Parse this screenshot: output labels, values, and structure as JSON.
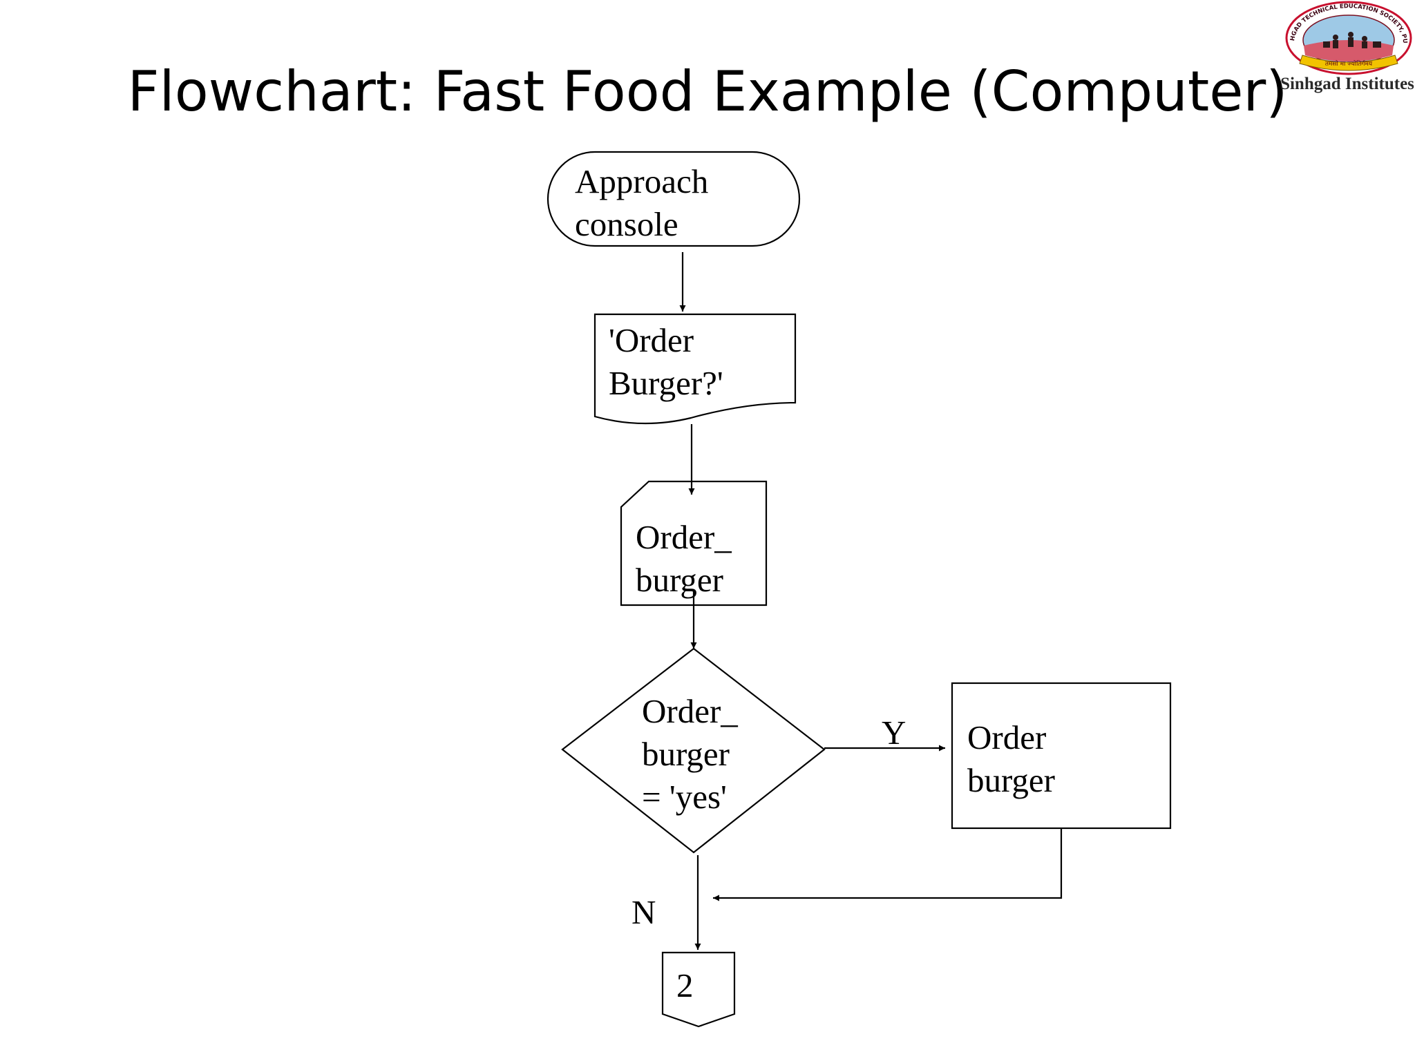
{
  "title": "Flowchart: Fast Food Example (Computer)",
  "logo": {
    "name": "Sinhgad Institutes",
    "ring_text": "SINHGAD TECHNICAL EDUCATION SOCIETY, PUNE",
    "motto": "तमसो मा ज्योतिर्गमय",
    "colors": {
      "ring": "#c8102e",
      "band": "#f2c300",
      "sky": "#9ec9e6",
      "ground": "#d65a6b"
    }
  },
  "flowchart": {
    "nodes": [
      {
        "id": "start",
        "shape": "terminator",
        "lines": [
          "Approach",
          "console"
        ]
      },
      {
        "id": "prompt",
        "shape": "document",
        "lines": [
          "'Order",
          "Burger?'"
        ]
      },
      {
        "id": "input",
        "shape": "card",
        "lines": [
          "Order_",
          "burger"
        ]
      },
      {
        "id": "decision",
        "shape": "diamond",
        "lines": [
          "Order_",
          "burger",
          "= 'yes'"
        ]
      },
      {
        "id": "process",
        "shape": "process",
        "lines": [
          "Order",
          "burger"
        ]
      },
      {
        "id": "connector",
        "shape": "off-page-connector",
        "lines": [
          "2"
        ]
      }
    ],
    "edges": [
      {
        "from": "start",
        "to": "prompt",
        "label": ""
      },
      {
        "from": "prompt",
        "to": "input",
        "label": ""
      },
      {
        "from": "input",
        "to": "decision",
        "label": ""
      },
      {
        "from": "decision",
        "to": "process",
        "label": "Y"
      },
      {
        "from": "decision",
        "to": "connector",
        "label": "N"
      },
      {
        "from": "process",
        "to": "connector",
        "label": ""
      }
    ]
  }
}
